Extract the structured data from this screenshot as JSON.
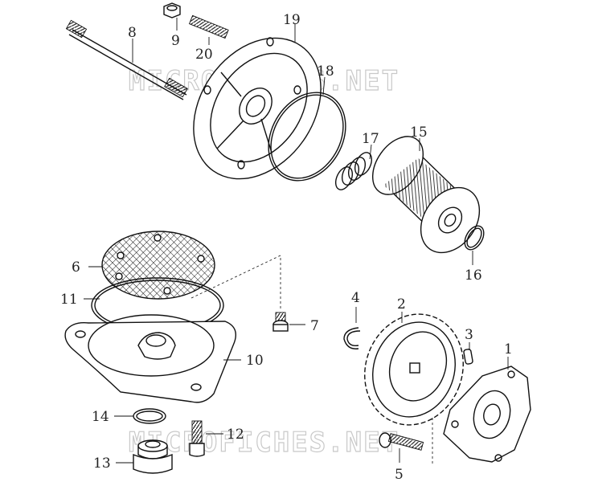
{
  "watermark": "MICROFICHES.NET",
  "callouts": [
    "1",
    "2",
    "3",
    "4",
    "5",
    "6",
    "7",
    "8",
    "9",
    "10",
    "11",
    "12",
    "13",
    "14",
    "15",
    "16",
    "17",
    "18",
    "19",
    "20"
  ]
}
